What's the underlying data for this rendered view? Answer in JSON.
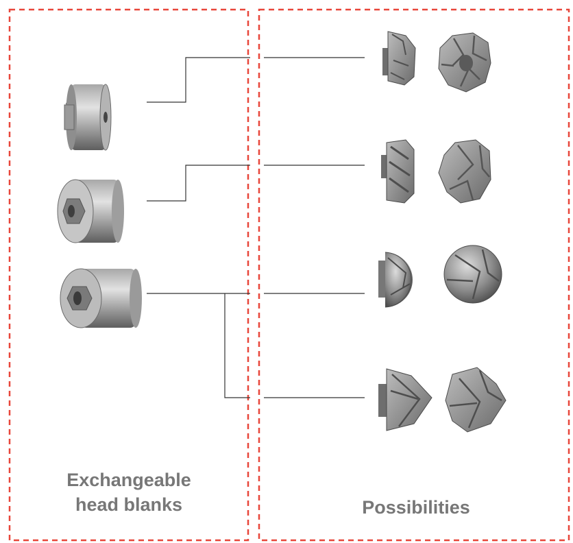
{
  "panels": {
    "left": {
      "title_line1": "Exchangeable",
      "title_line2": "head blanks"
    },
    "right": {
      "title": "Possibilities"
    }
  },
  "blanks": [
    {
      "name": "blank-short-cylinder"
    },
    {
      "name": "blank-hex-bore-cylinder"
    },
    {
      "name": "blank-wide-cylinder"
    }
  ],
  "possibilities": [
    {
      "name": "spiral-face-cutter-pair"
    },
    {
      "name": "helical-cutter-pair"
    },
    {
      "name": "ball-nose-cutter-pair"
    },
    {
      "name": "chamfer-cone-cutter-pair"
    }
  ],
  "colors": {
    "border": "#e8463a",
    "connector": "#333333",
    "label": "#777777",
    "metal_dark": "#5a5a5a",
    "metal_mid": "#8c8c8c",
    "metal_light": "#c8c8c8"
  }
}
